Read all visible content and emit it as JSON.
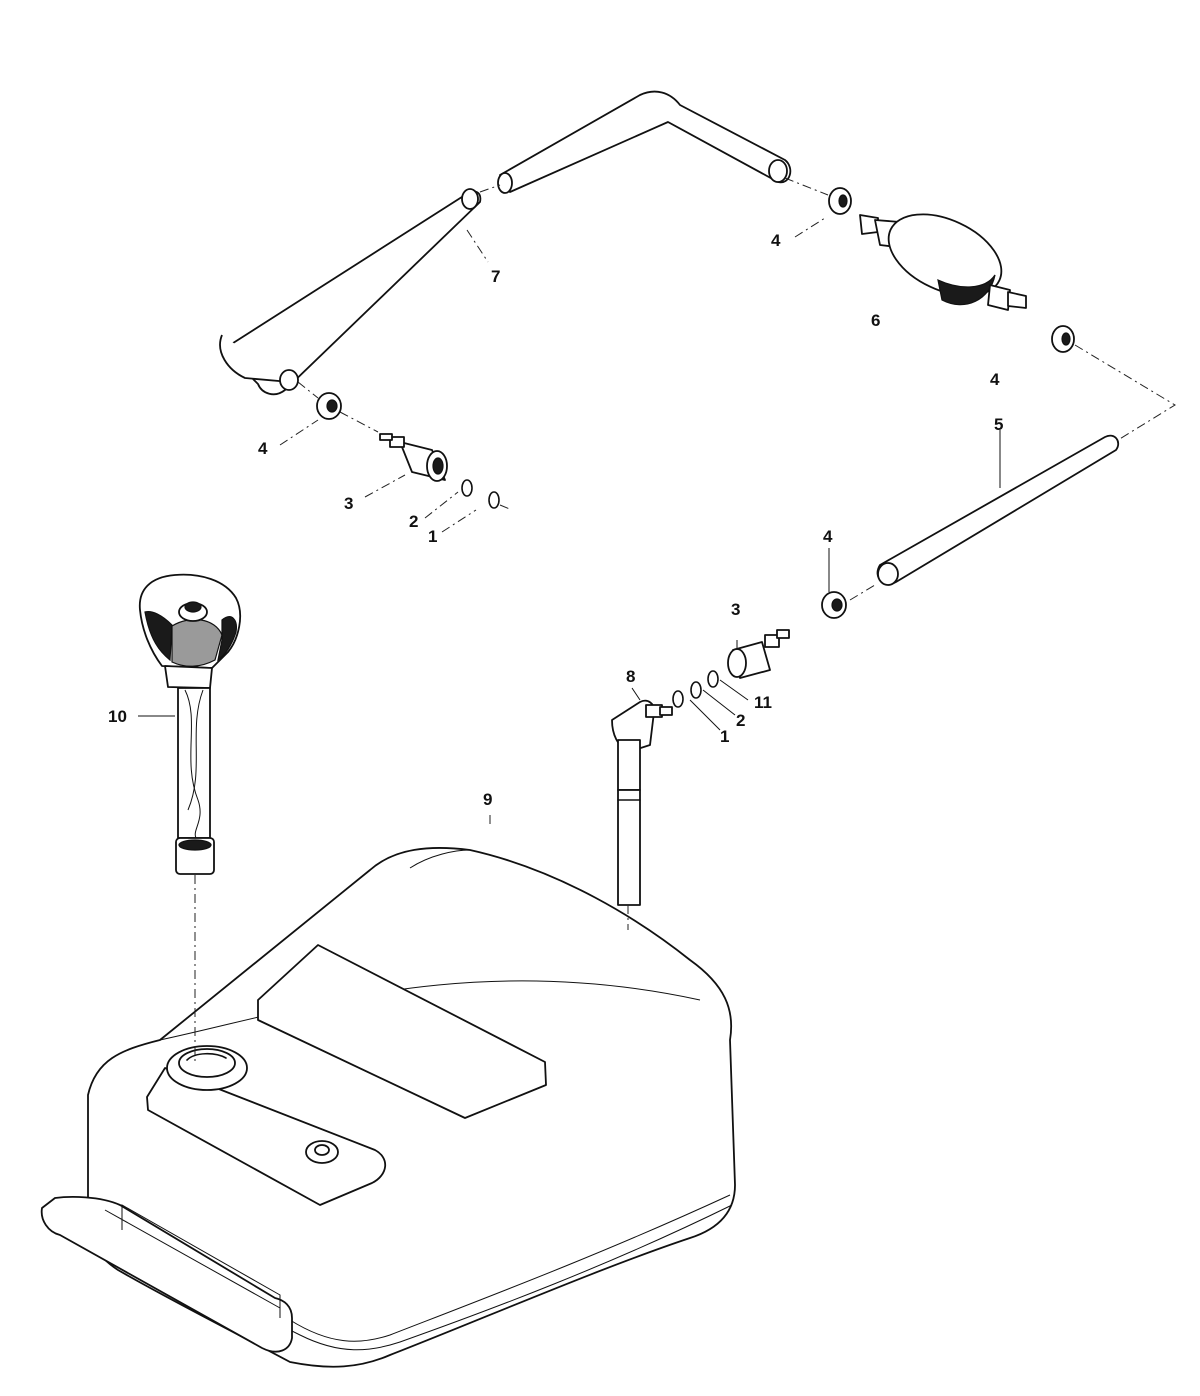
{
  "callouts": {
    "c1a": "1",
    "c1b": "1",
    "c2a": "2",
    "c2b": "2",
    "c3a": "3",
    "c3b": "3",
    "c4a": "4",
    "c4b": "4",
    "c4c": "4",
    "c4d": "4",
    "c5": "5",
    "c6": "6",
    "c7": "7",
    "c8": "8",
    "c9": "9",
    "c10": "10",
    "c11": "11"
  },
  "colors": {
    "ink": "#111111",
    "paper": "#ffffff"
  }
}
